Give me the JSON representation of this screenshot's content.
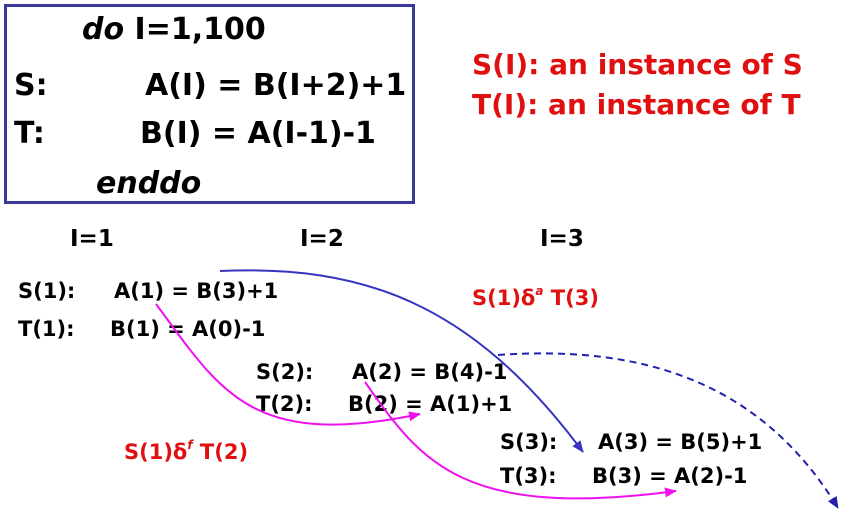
{
  "code": {
    "do_keyword": "do",
    "loop_header": "I=1,100",
    "s_label": "S:",
    "s_stmt": "A(I) = B(I+2)+1",
    "t_label": "T:",
    "t_stmt": "B(I) = A(I-1)-1",
    "enddo": "enddo"
  },
  "legend": {
    "line1": "S(I): an instance of S",
    "line2": "T(I): an instance of T"
  },
  "iterations": {
    "i1": "I=1",
    "i2": "I=2",
    "i3": "I=3"
  },
  "instances": {
    "s1_label": "S(1):",
    "s1_stmt": "A(1) = B(3)+1",
    "t1_label": "T(1):",
    "t1_stmt": "B(1) = A(0)-1",
    "s2_label": "S(2):",
    "s2_stmt": "A(2) = B(4)-1",
    "t2_label": "T(2):",
    "t2_stmt": "B(2) = A(1)+1",
    "s3_label": "S(3):",
    "s3_stmt": "A(3) = B(5)+1",
    "t3_label": "T(3):",
    "t3_stmt": "B(3) = A(2)-1"
  },
  "dependences": {
    "anti": {
      "prefix": "S(1)δ",
      "sup": "a",
      "suffix": " T(3)"
    },
    "flow": {
      "prefix": "S(1)δ",
      "sup": "f",
      "suffix": " T(2)"
    }
  },
  "colors": {
    "anti_arrow": "#3535c0",
    "flow_arrow": "#ee10ee",
    "dashed_arrow": "#2020b0",
    "label_red": "#e01010"
  }
}
